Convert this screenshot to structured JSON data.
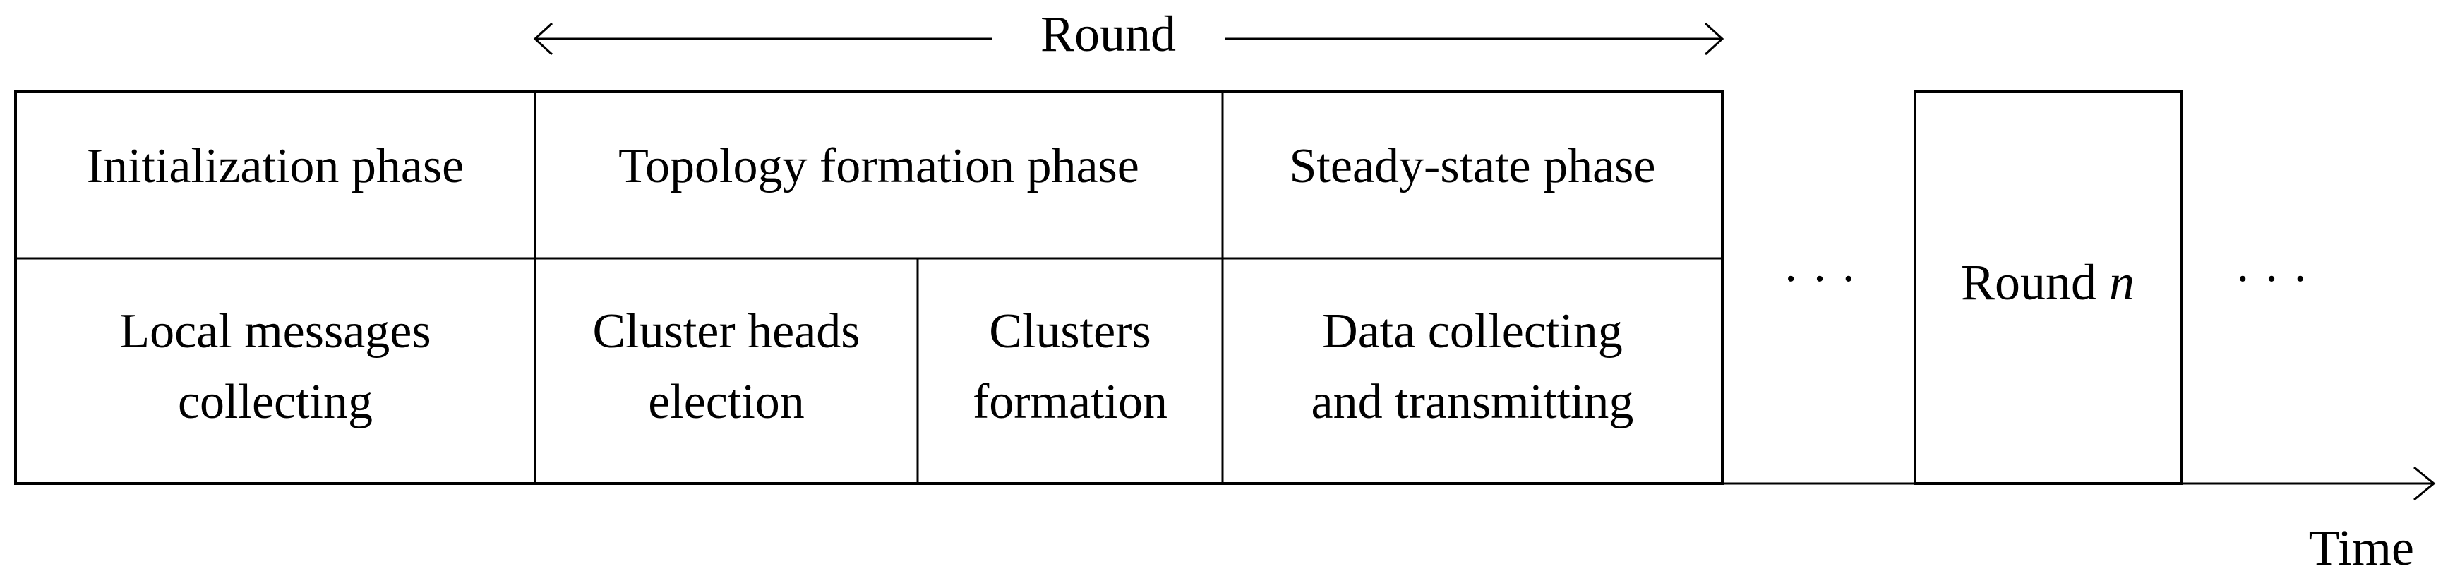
{
  "round_label": "Round",
  "phases": {
    "initialization": "Initialization phase",
    "topology": "Topology formation phase",
    "steady": "Steady-state phase"
  },
  "subphases": {
    "local_line1": "Local messages",
    "local_line2": "collecting",
    "ch_line1": "Cluster heads",
    "ch_line2": "election",
    "cf_line1": "Clusters",
    "cf_line2": "formation",
    "data_line1": "Data collecting",
    "data_line2": "and transmitting"
  },
  "ellipsis": "· · ·",
  "round_n": {
    "prefix": "Round ",
    "variable": "n"
  },
  "time_label": "Time"
}
